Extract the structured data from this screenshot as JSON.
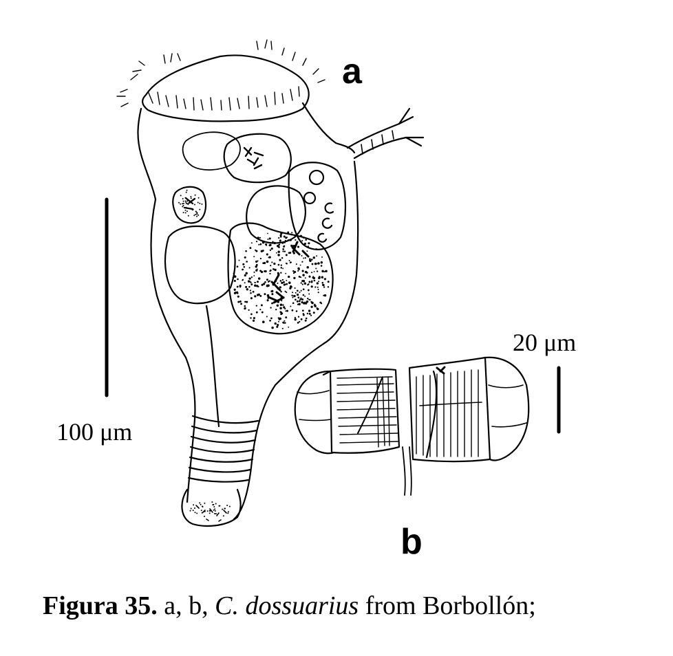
{
  "panels": {
    "a_label": "a",
    "b_label": "b"
  },
  "scale_bars": {
    "large": "100 μm",
    "small": "20 μm"
  },
  "caption": {
    "figure_number": "Figura 35.",
    "panels_ref": "a, b,",
    "species": "C. dossuarius",
    "location": "from Borbollón;"
  }
}
